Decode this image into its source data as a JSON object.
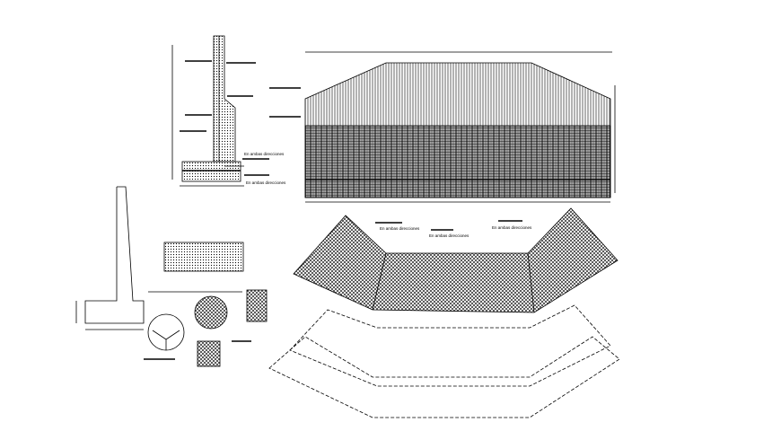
{
  "drawing": {
    "background": "#ffffff",
    "line_color": "#000000",
    "notes": {
      "wall_section_top": "En ambas direcciones",
      "wall_section_bottom": "En ambas direcciones",
      "plan_left": "En ambas direcciones",
      "plan_center": "En ambas direcciones",
      "plan_right": "En ambas direcciones"
    }
  }
}
